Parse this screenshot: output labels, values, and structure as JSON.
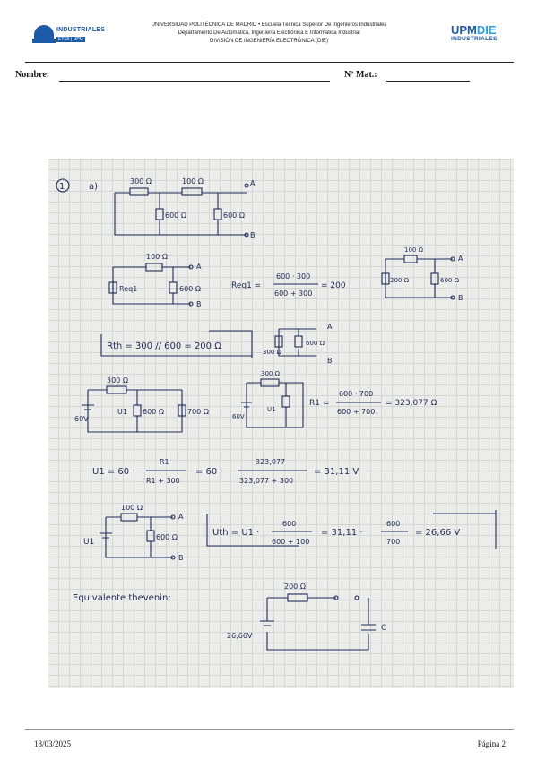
{
  "header": {
    "logo_left_name": "INDUSTRIALES",
    "logo_left_sub": "ETSII | UPM",
    "line1": "UNIVERSIDAD POLITÉCNICA DE MADRID • Escuela Técnica Superior De Ingenieros Industriales",
    "line2": "Departamento De Automática, Ingeniería Electrónica E Informática Industrial",
    "line3": "DIVISIÓN DE INGENIERÍA ELECTRÓNICA (DIE)",
    "logo_right_a": "UPM",
    "logo_right_b": "DIE",
    "logo_right_sub": "INDUSTRIALES"
  },
  "form": {
    "name_label": "Nombre:",
    "mat_label": "Nº Mat.:"
  },
  "handwriting": {
    "problem_number": "1",
    "part": "a)",
    "r300": "300 Ω",
    "r100": "100 Ω",
    "r600": "600 Ω",
    "node_a": "A",
    "node_b": "B",
    "req1": "Req1",
    "req1_formula_lhs": "Req1 =",
    "req1_num": "600 · 300",
    "req1_den": "600 + 300",
    "req1_result": "= 200",
    "r200": "200 Ω",
    "rth_box": "Rth = 300 // 600 = 200 Ω",
    "r700": "700 Ω",
    "v60": "60V",
    "u1": "U1",
    "r1_lhs": "R1 =",
    "r1_num": "600 · 700",
    "r1_den": "600 + 700",
    "r1_result": "= 323,077 Ω",
    "u1_lhs": "U1 = 60 ·",
    "u1_frac1_num": "R1",
    "u1_frac1_den": "R1 + 300",
    "u1_mid": "= 60 ·",
    "u1_frac2_num": "323,077",
    "u1_frac2_den": "323,077 + 300",
    "u1_result": "= 31,11 V",
    "uth_lhs": "Uth = U1 ·",
    "uth_frac1_num": "600",
    "uth_frac1_den": "600 + 100",
    "uth_mid": "= 31,11 ·",
    "uth_frac2_num": "600",
    "uth_frac2_den": "700",
    "uth_result": "= 26,66 V",
    "thevenin_label": "Equivalente thevenin:",
    "th_r": "200 Ω",
    "th_v": "26,66V",
    "th_c": "C"
  },
  "footer": {
    "date": "18/03/2025",
    "page": "Página 2"
  }
}
